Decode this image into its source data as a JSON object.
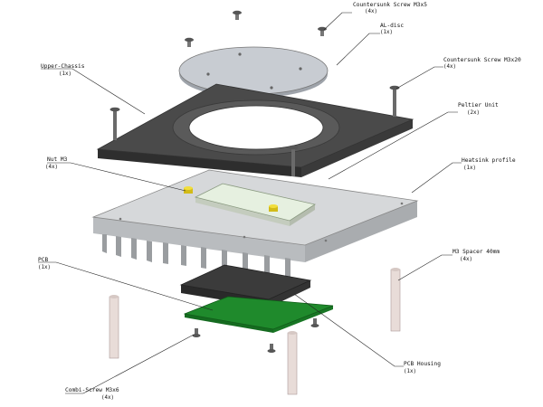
{
  "labels": {
    "countersunk_m3x5": {
      "name": "Countersunk Screw M3x5",
      "qty": "(4x)"
    },
    "al_disc": {
      "name": "AL-disc",
      "qty": "(1x)"
    },
    "countersunk_m3x20": {
      "name": "Countersunk Screw M3x20",
      "qty": "(4x)"
    },
    "upper_chassis": {
      "name": "Upper-Chassis",
      "qty": "(1x)"
    },
    "peltier_unit": {
      "name": "Peltier Unit",
      "qty": "(2x)"
    },
    "nut_m3": {
      "name": "Nut M3",
      "qty": "(4x)"
    },
    "heatsink_profile": {
      "name": "Heatsink profile",
      "qty": "(1x)"
    },
    "m3_spacer": {
      "name": "M3 Spacer 40mm",
      "qty": "(4x)"
    },
    "pcb": {
      "name": "PCB",
      "qty": "(1x)"
    },
    "pcb_housing": {
      "name": "PCB Housing",
      "qty": "(1x)"
    },
    "combi_screw": {
      "name": "Combi-Screw M3x6",
      "qty": "(4x)"
    }
  },
  "colors": {
    "chassis": "#4a4a4a",
    "disc": "#c8ccd2",
    "heatsink": "#d6d8da",
    "peltier": "#e6f0e0",
    "pcb": "#1f8a2c",
    "nut": "#e8d22a",
    "spacer": "#e8dcd8",
    "housing": "#3b3b3b"
  }
}
